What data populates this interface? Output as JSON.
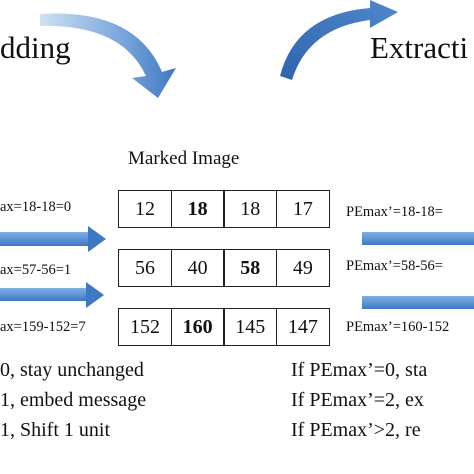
{
  "titles": {
    "left": "dding",
    "right": "Extracti",
    "center": "Marked Image"
  },
  "left_formulas": [
    "ax=18-18=0",
    "ax=57-56=1",
    "ax=159-152=7"
  ],
  "right_formulas": [
    "PEmax’=18-18=",
    "PEmax’=58-56=",
    "PEmax’=160-152"
  ],
  "grid": {
    "rows": [
      {
        "cells": [
          {
            "v": "12",
            "b": false
          },
          {
            "v": "18",
            "b": true
          },
          {
            "v": "18",
            "b": false
          },
          {
            "v": "17",
            "b": false
          }
        ]
      },
      {
        "cells": [
          {
            "v": "56",
            "b": false
          },
          {
            "v": "40",
            "b": false
          },
          {
            "v": "58",
            "b": true
          },
          {
            "v": "49",
            "b": false
          }
        ]
      },
      {
        "cells": [
          {
            "v": "152",
            "b": false
          },
          {
            "v": "160",
            "b": true
          },
          {
            "v": "145",
            "b": false
          },
          {
            "v": "147",
            "b": false
          }
        ]
      }
    ]
  },
  "left_rules": [
    "0,  stay unchanged",
    "1,  embed message",
    "1,  Shift  1 unit"
  ],
  "right_rules": [
    "If  PEmax’=0,  sta",
    "If  PEmax’=2,  ex",
    "If  PEmax’>2,  re"
  ],
  "colors": {
    "arrow": "#5b8fd0",
    "arrow_dark": "#2f65ae",
    "text": "#111111"
  }
}
